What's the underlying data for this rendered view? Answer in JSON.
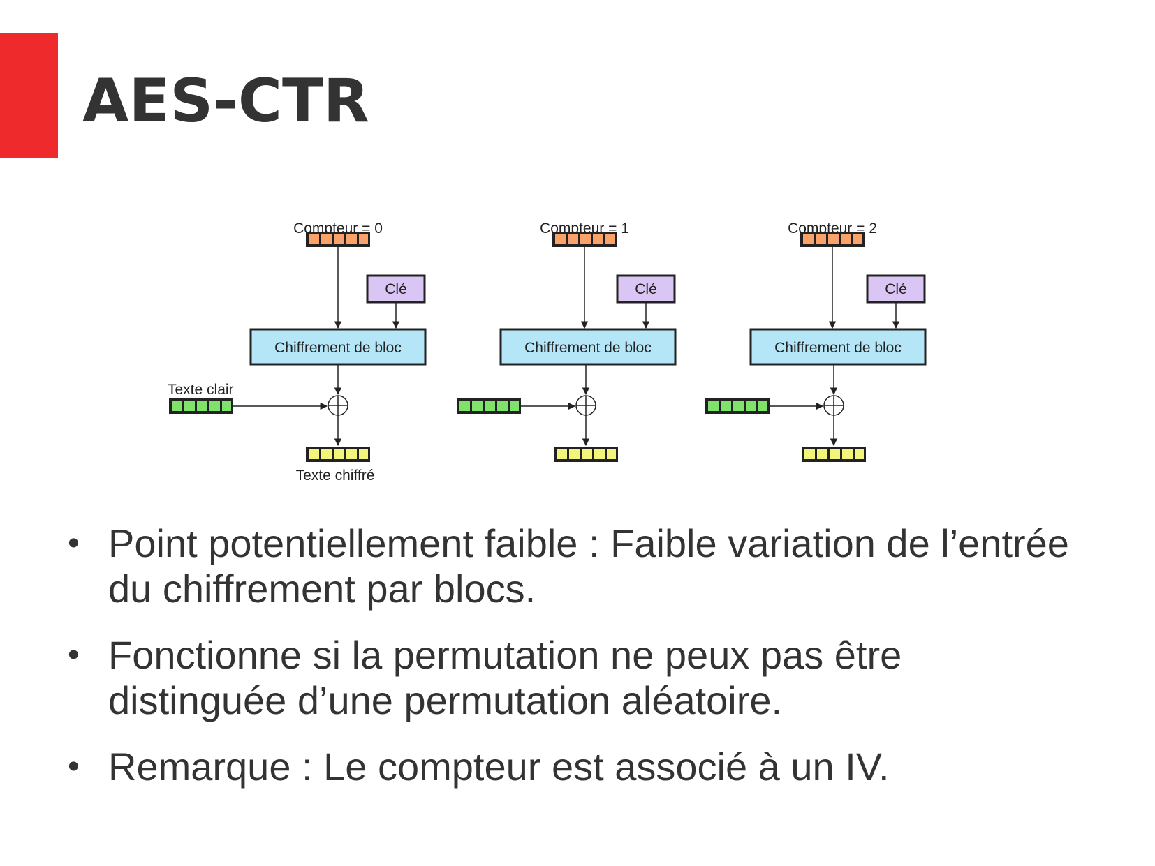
{
  "slide": {
    "title": "AES-CTR",
    "accent_color": "#ee2a2d"
  },
  "diagram": {
    "stages": [
      {
        "counter_label": "Compteur = 0",
        "key_label": "Clé",
        "cipher_label": "Chiffrement de bloc"
      },
      {
        "counter_label": "Compteur = 1",
        "key_label": "Clé",
        "cipher_label": "Chiffrement de bloc"
      },
      {
        "counter_label": "Compteur = 2",
        "key_label": "Clé",
        "cipher_label": "Chiffrement de bloc"
      }
    ],
    "plaintext_label": "Texte clair",
    "ciphertext_label": "Texte chiffré",
    "colors": {
      "counter_block": "#f9a36a",
      "key_box": "#d9c6f5",
      "cipher_box": "#b4e6f8",
      "plaintext_block": "#7ee26b",
      "ciphertext_block": "#f3f57a"
    }
  },
  "bullets": [
    {
      "text": "Point potentiellement faible : Faible variation de l’entrée du chiffrement par blocs."
    },
    {
      "text": "Fonctionne si la permutation ne peux pas être distinguée d’une permutation aléatoire."
    },
    {
      "text": "Remarque : Le compteur est associé à un IV."
    }
  ]
}
